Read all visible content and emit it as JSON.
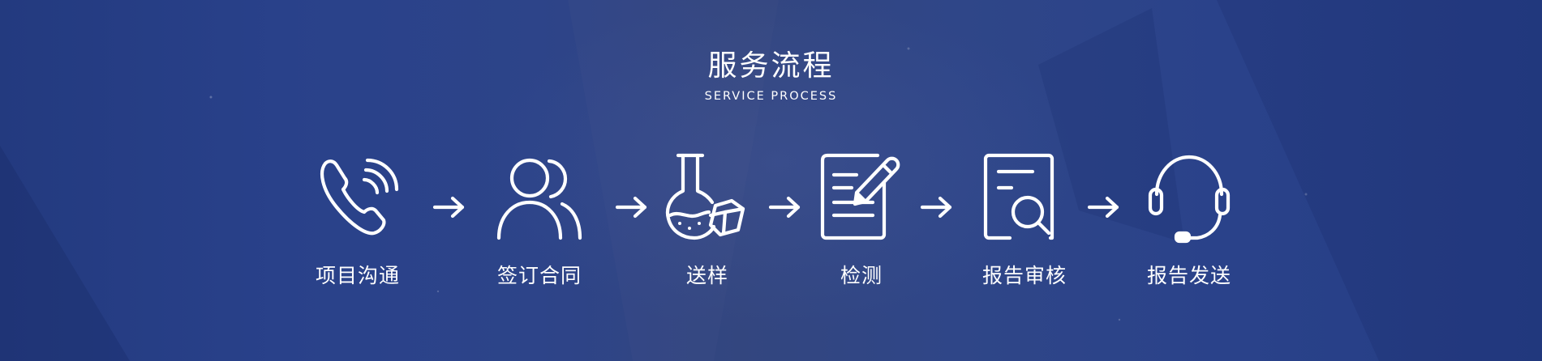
{
  "heading": {
    "title": "服务流程",
    "subtitle": "SERVICE PROCESS"
  },
  "steps": [
    {
      "label": "项目沟通",
      "icon": "phone-call-icon"
    },
    {
      "label": "签订合同",
      "icon": "users-icon"
    },
    {
      "label": "送样",
      "icon": "flask-icon"
    },
    {
      "label": "检测",
      "icon": "document-edit-icon"
    },
    {
      "label": "报告审核",
      "icon": "document-search-icon"
    },
    {
      "label": "报告发送",
      "icon": "headset-icon"
    }
  ],
  "colors": {
    "background": "#2b428a",
    "foreground": "#ffffff"
  }
}
